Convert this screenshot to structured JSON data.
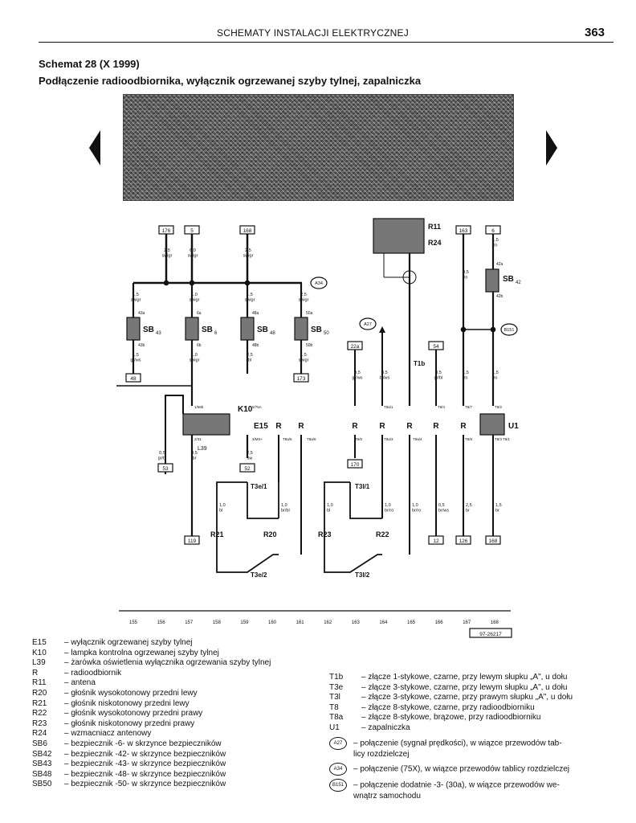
{
  "header": {
    "section": "SCHEMATY INSTALACJI ELEKTRYCZNEJ",
    "page": "363"
  },
  "title": {
    "line1": "Schemat 28 (X 1999)",
    "line2": "Podłączenie radioodbiornika, wyłącznik ogrzewanej szyby tylnej, zapalniczka"
  },
  "diagram": {
    "top_terminals": [
      "176",
      "5",
      "168",
      "163",
      "6"
    ],
    "fuse_inputs": [
      "2,5\nswigr",
      "6,0\nswigr",
      "2,5\nswigr"
    ],
    "fuses": [
      {
        "id": "SB43",
        "sub": "43",
        "in": "43a",
        "out": "43b",
        "top_wire": "1,5\nswigr",
        "bot_wire": "1,5\ngr/ws",
        "bot_term": "48"
      },
      {
        "id": "SB6",
        "sub": "6",
        "in": "6a",
        "out": "6b",
        "top_wire": "1,0\nswigr",
        "bot_wire": "1,0\nswigr",
        "bot_term": ""
      },
      {
        "id": "SB48",
        "sub": "48",
        "in": "48a",
        "out": "48b",
        "top_wire": "1,5\nswigr",
        "bot_wire": "2,5\nbl",
        "bot_term": ""
      },
      {
        "id": "SB50",
        "sub": "50",
        "in": "50a",
        "out": "50b",
        "top_wire": "2,5\nswigr",
        "bot_wire": "1,5\nswigr",
        "bot_term": "173"
      }
    ],
    "sb42": {
      "id": "SB42",
      "sub": "42",
      "in": "42a",
      "out": "42b",
      "wire_in": "1,5\nro"
    },
    "circle_labels": [
      "A34",
      "A27",
      "B151"
    ],
    "r11": "R11",
    "r24": "R24",
    "middle_terms": [
      "22a",
      "54"
    ],
    "k10": "K10",
    "e15": "E15",
    "l39": "L39",
    "r_labels": [
      "R",
      "R",
      "R",
      "R",
      "R",
      "R",
      "R",
      "R"
    ],
    "u1": "U1",
    "t1b": "T1b",
    "connector_pins": [
      "1/58b",
      "5/75A",
      "2/31",
      "3/MS+",
      "T8a/5",
      "T8a/6",
      "T8/5",
      "T8a/3",
      "T8a/4",
      "T8a/1",
      "T8/4",
      "T8/7",
      "T8/8",
      "T8/3",
      "T8/2",
      "T8/1"
    ],
    "wire_labels": [
      "0,5\ngr/bl",
      "0,5\nbr",
      "2,5\nsw",
      "0,5\ngr/ws",
      "0,5\nbl/ws",
      "0,5\ngr/bl",
      "1,5\nro",
      "1,5\nro",
      "1,0\nbl",
      "1,0\nbr/bl",
      "1,0\nbr/ro",
      "0,5\nbr/ws",
      "2,5\nbr",
      "1,5\nbr"
    ],
    "bottom_terms": [
      "53",
      "52",
      "119",
      "12",
      "126",
      "168"
    ],
    "speakers": [
      "R21",
      "R20",
      "R23",
      "R22"
    ],
    "t3": [
      "T3e/1",
      "T3e/2",
      "T3l/1",
      "T3l/2"
    ],
    "ruler": [
      "155",
      "156",
      "157",
      "158",
      "159",
      "160",
      "161",
      "162",
      "163",
      "164",
      "165",
      "166",
      "167",
      "168"
    ],
    "ref_code": "97-26217"
  },
  "legend_left": [
    {
      "k": "E15",
      "v": "– wyłącznik ogrzewanej szyby tylnej"
    },
    {
      "k": "K10",
      "v": "– lampka kontrolna ogrzewanej szyby tylnej"
    },
    {
      "k": "L39",
      "v": "– żarówka oświetlenia wyłącznika ogrzewania szyby tylnej"
    },
    {
      "k": "R",
      "v": "– radioodbiornik"
    },
    {
      "k": "R11",
      "v": "– antena"
    },
    {
      "k": "R20",
      "v": "– głośnik wysokotonowy przedni lewy"
    },
    {
      "k": "R21",
      "v": "– głośnik niskotonowy przedni lewy"
    },
    {
      "k": "R22",
      "v": "– głośnik wysokotonowy przedni prawy"
    },
    {
      "k": "R23",
      "v": "– głośnik niskotonowy przedni prawy"
    },
    {
      "k": "R24",
      "v": "– wzmacniacz antenowy"
    },
    {
      "k": "SB6",
      "v": "– bezpiecznik -6- w skrzynce bezpieczników"
    },
    {
      "k": "SB42",
      "v": "– bezpiecznik -42- w skrzynce bezpieczników"
    },
    {
      "k": "SB43",
      "v": "– bezpiecznik -43- w skrzynce bezpieczników"
    },
    {
      "k": "SB48",
      "v": "– bezpiecznik -48- w skrzynce bezpieczników"
    },
    {
      "k": "SB50",
      "v": "– bezpiecznik -50- w skrzynce bezpieczników"
    }
  ],
  "legend_right": [
    {
      "k": "T1b",
      "v": "– złącze 1-stykowe, czarne, przy lewym słupku „A\", u dołu"
    },
    {
      "k": "T3e",
      "v": "– złącze 3-stykowe, czarne, przy lewym słupku „A\", u dołu"
    },
    {
      "k": "T3l",
      "v": "– złącze 3-stykowe, czarne, przy prawym słupku „A\", u dołu"
    },
    {
      "k": "T8",
      "v": "– złącze 8-stykowe, czarne, przy radioodbiorniku"
    },
    {
      "k": "T8a",
      "v": "– złącze 8-stykowe, brązowe, przy radioodbiorniku"
    },
    {
      "k": "U1",
      "v": "– zapalniczka"
    }
  ],
  "legend_circles": [
    {
      "k": "A27",
      "v1": "– połączenie (sygnał prędkości), w wiązce przewodów tab-",
      "v2": "licy rozdzielczej"
    },
    {
      "k": "A34",
      "v1": "– połączenie (75X), w wiązce przewodów tablicy rozdzielczej",
      "v2": ""
    },
    {
      "k": "B151",
      "v1": "– połączenie dodatnie -3- (30a), w wiązce przewodów we-",
      "v2": "wnątrz samochodu"
    }
  ]
}
